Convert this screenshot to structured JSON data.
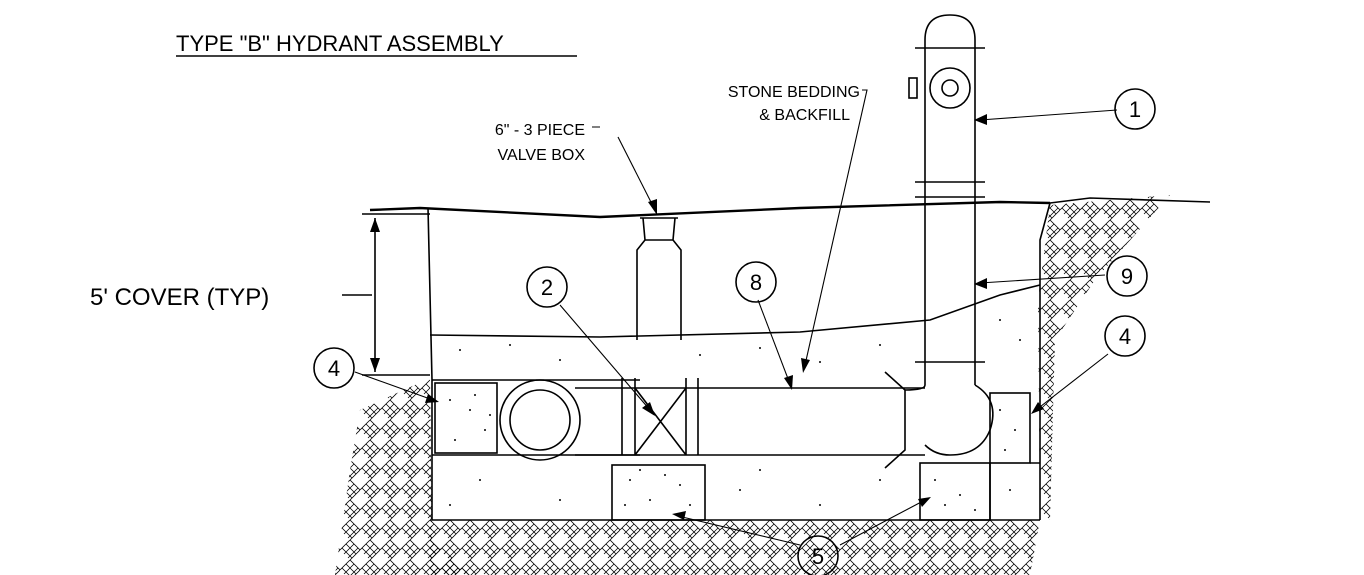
{
  "title": "TYPE \"B\" HYDRANT ASSEMBLY",
  "labels": {
    "cover": "5' COVER (TYP)",
    "valve_box_line1": "6\" - 3 PIECE",
    "valve_box_line2": "VALVE BOX",
    "bedding_line1": "STONE BEDDING",
    "bedding_line2": "& BACKFILL"
  },
  "callouts": {
    "c1": "1",
    "c2": "2",
    "c4_left": "4",
    "c4_right": "4",
    "c5": "5",
    "c8": "8",
    "c9": "9"
  }
}
